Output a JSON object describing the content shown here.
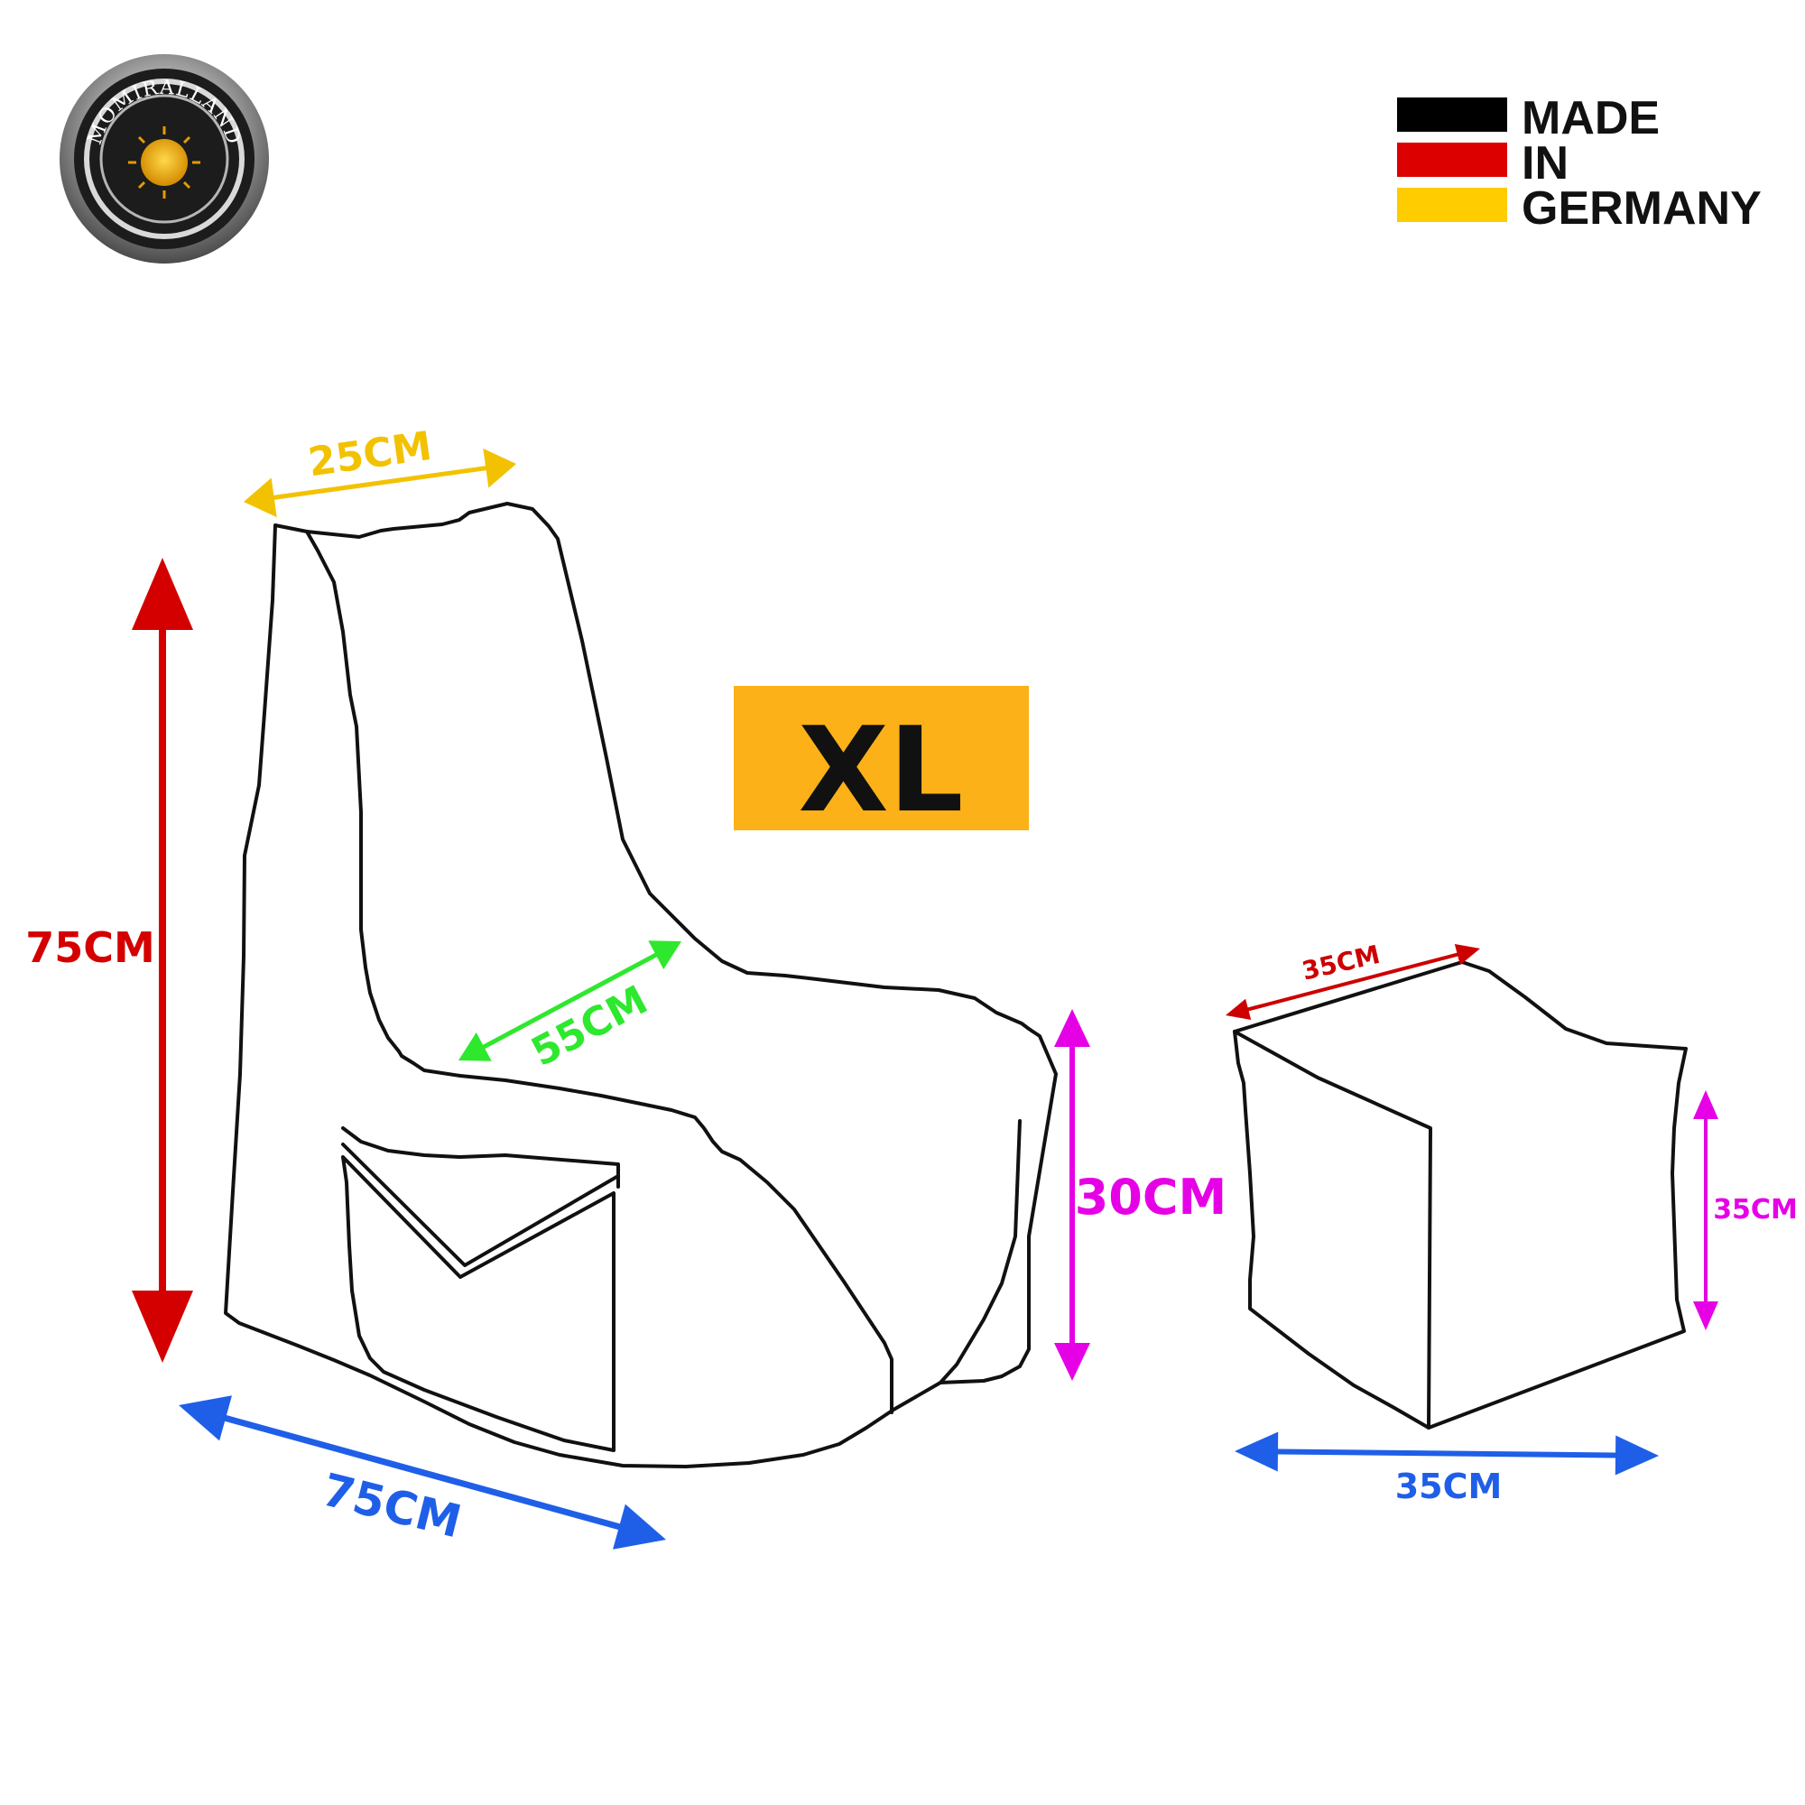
{
  "brand": {
    "name": "MOMIRALLAND"
  },
  "origin_badge": {
    "line1": "MADE",
    "line2": "IN",
    "line3": "GERMANY",
    "flag_colors": [
      "#000000",
      "#dd0000",
      "#ffcc00"
    ]
  },
  "size_badge": {
    "label": "XL",
    "color": "#fbb117"
  },
  "chair": {
    "top_width": "25CM",
    "height": "75CM",
    "seat_depth": "55CM",
    "seat_height": "30CM",
    "base_width": "75CM"
  },
  "pouf": {
    "depth": "35CM",
    "height": "35CM",
    "width": "35CM"
  },
  "colors": {
    "top_width": "#f2c200",
    "height": "#d40000",
    "seat_depth": "#2ee82e",
    "seat_height": "#e600e6",
    "base_width": "#1f5fe8",
    "pouf_depth": "#cc0000",
    "pouf_height": "#e600e6",
    "pouf_width": "#1f5fe8"
  }
}
